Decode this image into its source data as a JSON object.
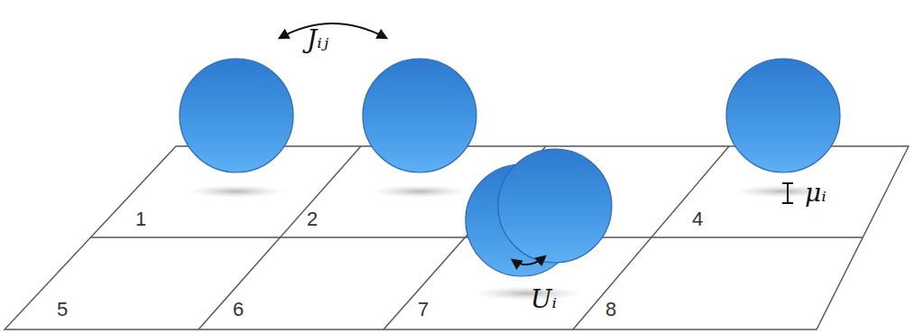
{
  "diagram": {
    "labels": [
      "Jᵢⱼ",
      "μᵢ",
      "1",
      "2",
      "4",
      "5",
      "6",
      "7",
      "Uᵢ",
      "8"
    ]
  }
}
